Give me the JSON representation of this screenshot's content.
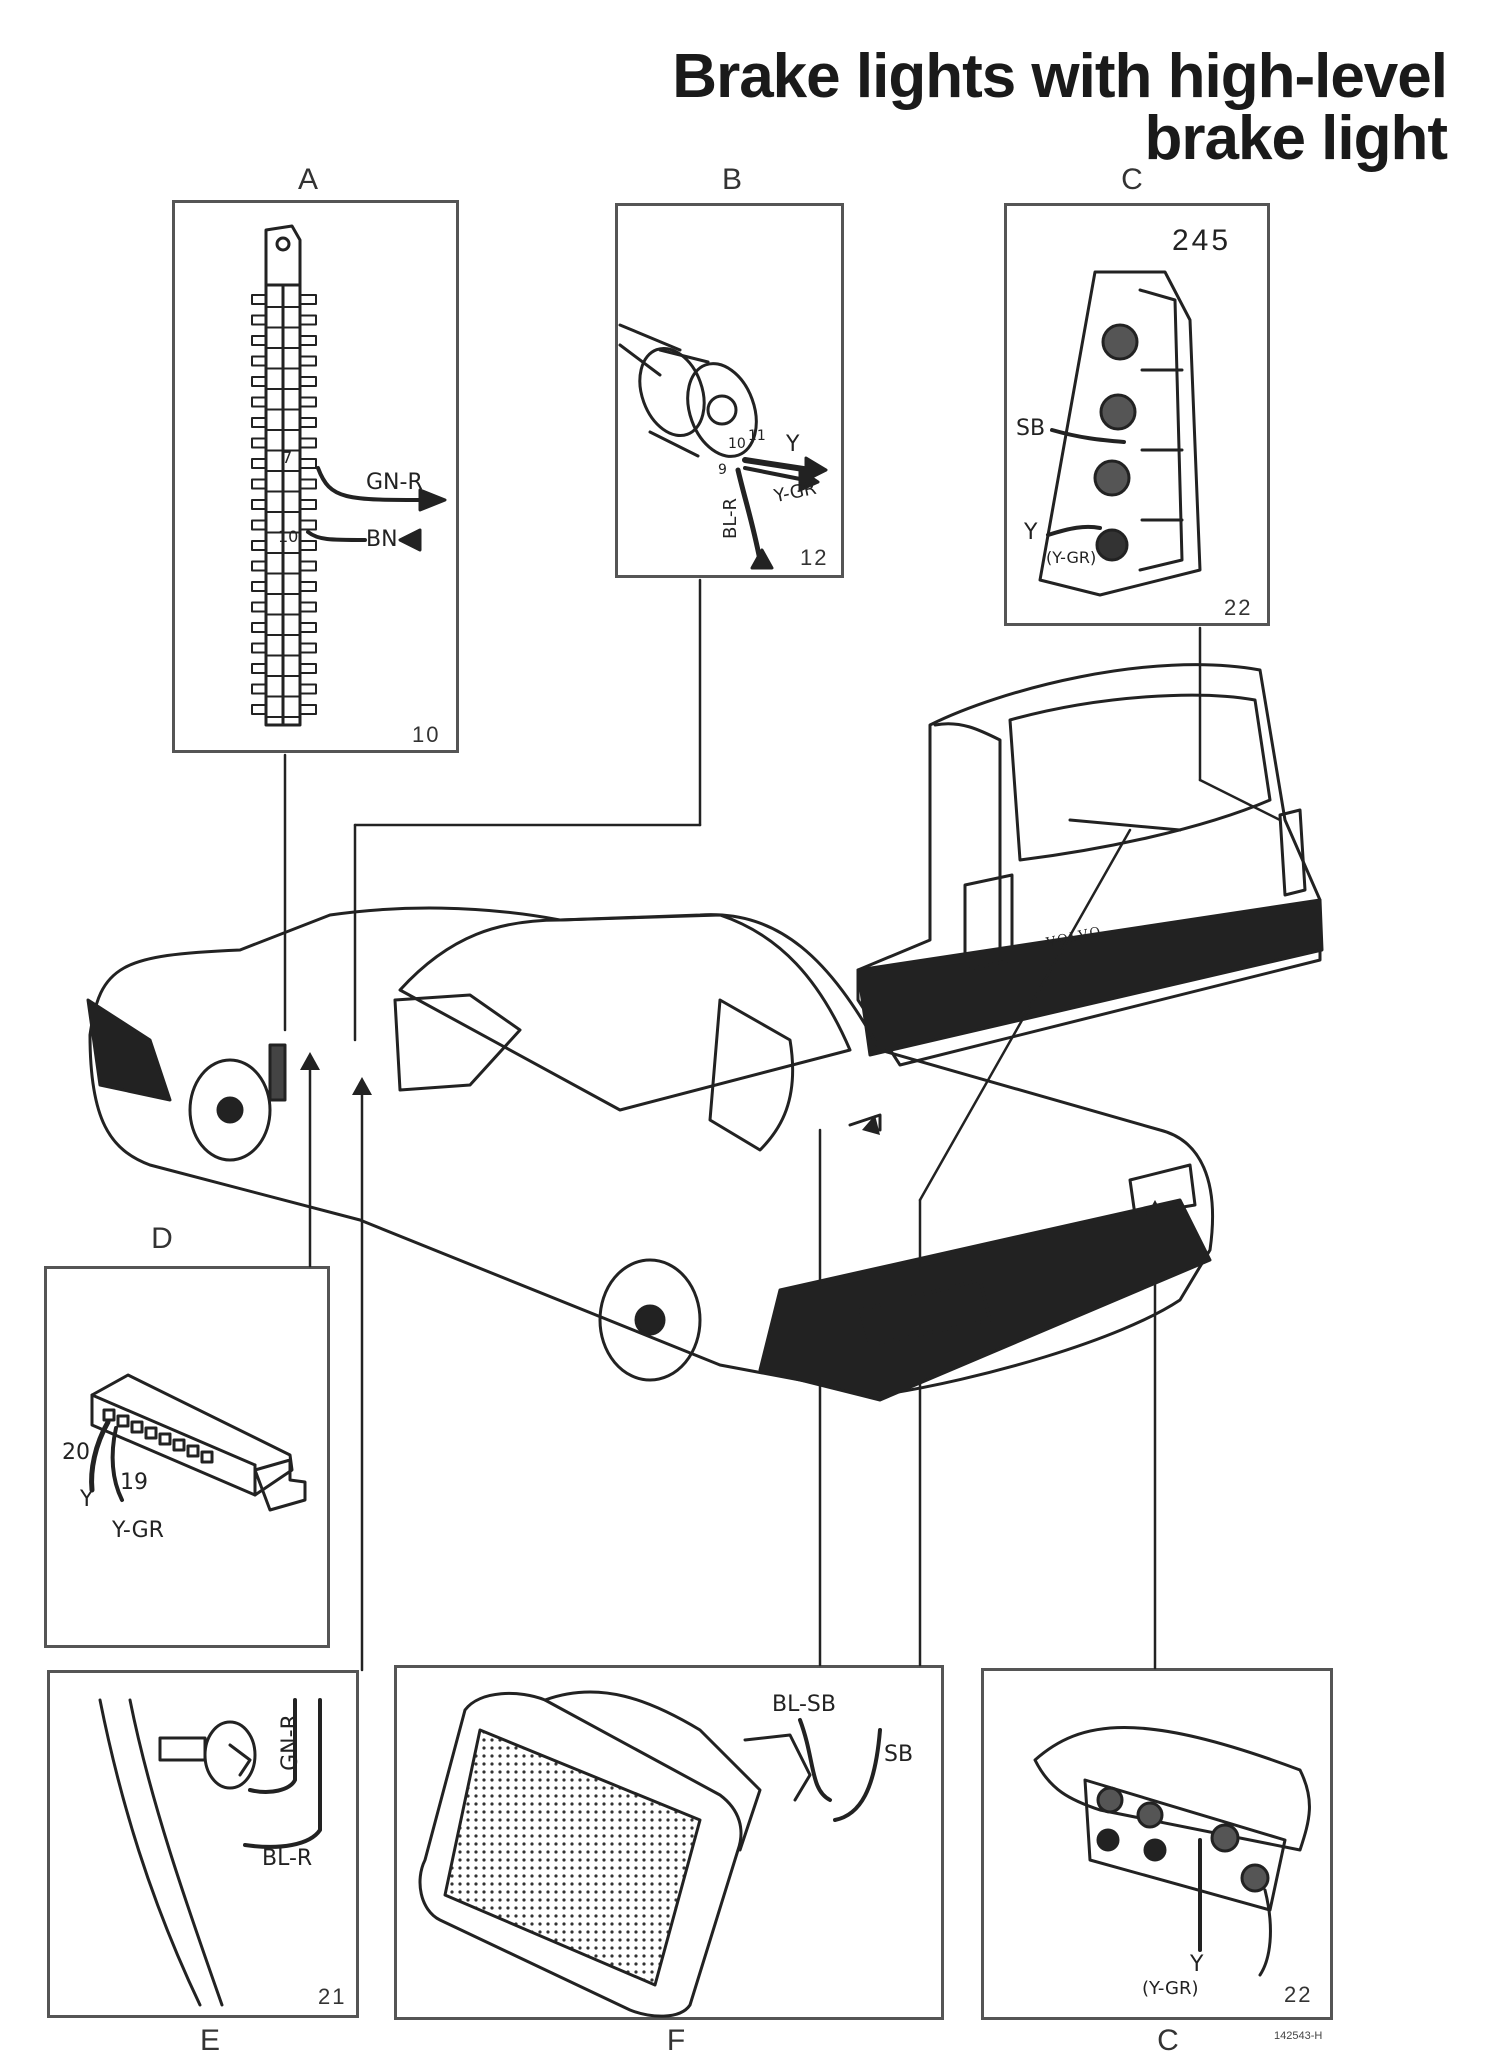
{
  "title": {
    "line1": "Brake lights with high-level",
    "line2": "brake light"
  },
  "panels": {
    "A": {
      "label": "A",
      "number": "10",
      "wire_labels": {
        "pin7": "7",
        "pin10": "10",
        "gn_r": "GN-R",
        "bn": "BN"
      }
    },
    "B": {
      "label": "B",
      "number": "12",
      "wire_labels": {
        "pin9": "9",
        "pin10": "10",
        "pin11": "11",
        "y": "Y",
        "y_gr": "Y-GR",
        "bl_r": "BL-R"
      }
    },
    "C_top": {
      "label": "C",
      "number": "22",
      "model": "245",
      "wire_labels": {
        "sb": "SB",
        "y": "Y",
        "y_gr": "(Y-GR)"
      }
    },
    "D": {
      "label": "D",
      "wire_labels": {
        "pin20": "20",
        "pin19": "19",
        "y": "Y",
        "y_gr": "Y-GR"
      }
    },
    "E": {
      "label": "E",
      "number": "21",
      "wire_labels": {
        "gn_r": "GN-R",
        "bl_r": "BL-R"
      }
    },
    "F": {
      "label": "F",
      "wire_labels": {
        "bl_sb": "BL-SB",
        "sb": "SB"
      }
    },
    "C_bottom": {
      "label": "C",
      "number": "22",
      "wire_labels": {
        "y": "Y",
        "y_gr": "(Y-GR)"
      }
    }
  },
  "wagon": {
    "badge": "VOLVO"
  },
  "reference": "142543-H"
}
